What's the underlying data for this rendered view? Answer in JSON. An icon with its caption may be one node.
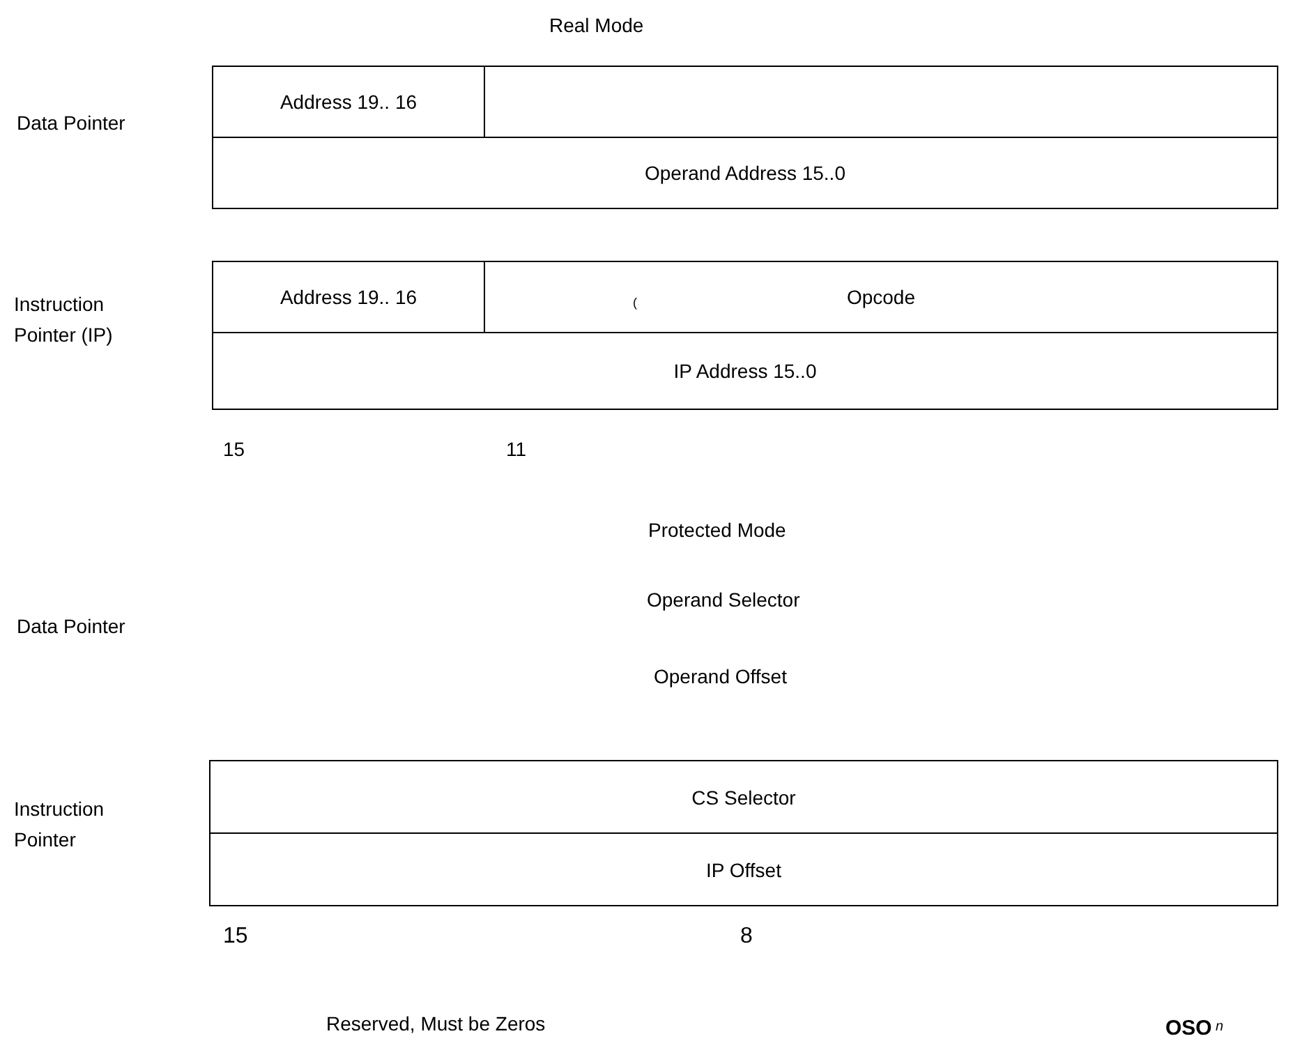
{
  "diagram": {
    "nodes": [
      {
        "text": [
          "Address 19.. 16"
        ]
      },
      {
        "text": [],
        "shape": "box"
      },
      {
        "text": [
          "Operand Address 15..0"
        ]
      },
      {
        "text": [
          "Address 19.. 16"
        ]
      },
      {
        "text": [
          "Opcode"
        ]
      },
      {
        "text": [
          "IP Address 15..0"
        ]
      },
      {
        "text": [
          "CS Selector"
        ]
      },
      {
        "text": [
          "IP Offset"
        ]
      }
    ],
    "labels": [
      "Real Mode",
      "Data Pointer",
      "Instruction Pointer (IP)",
      "(",
      "15",
      "11",
      "Protected Mode",
      "Operand Selector",
      "Data Pointer",
      "Operand Offset",
      "Instruction Pointer",
      "15",
      "8",
      "Reserved, Must be Zeros",
      "OSO",
      "n"
    ]
  }
}
